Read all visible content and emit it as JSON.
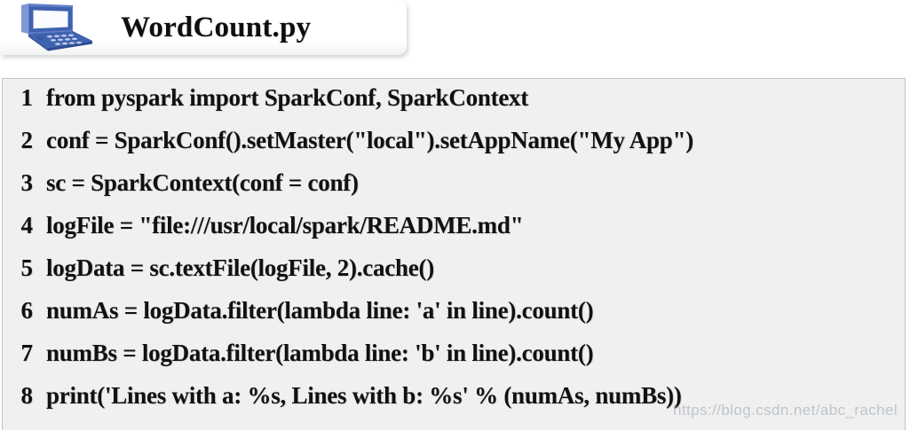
{
  "header": {
    "icon_name": "laptop-icon",
    "title": "WordCount.py"
  },
  "code": {
    "language": "python",
    "lines": [
      {
        "number": "1",
        "text": "from pyspark import SparkConf, SparkContext"
      },
      {
        "number": "2",
        "text": "conf = SparkConf().setMaster(\"local\").setAppName(\"My App\")"
      },
      {
        "number": "3",
        "text": "sc = SparkContext(conf = conf)"
      },
      {
        "number": "4",
        "text": "logFile = \"file:///usr/local/spark/README.md\""
      },
      {
        "number": "5",
        "text": "logData = sc.textFile(logFile, 2).cache()"
      },
      {
        "number": "6",
        "text": "numAs = logData.filter(lambda line: 'a' in line).count()"
      },
      {
        "number": "7",
        "text": "numBs = logData.filter(lambda line: 'b' in line).count()"
      },
      {
        "number": "8",
        "text": "print('Lines with a: %s, Lines with b: %s' % (numAs, numBs))"
      }
    ]
  },
  "watermark": {
    "text": "https://blog.csdn.net/abc_rachel"
  },
  "colors": {
    "page_background": "#ffffff",
    "header_panel": "#fdfdfd",
    "code_background": "#f0f0f0",
    "code_border": "#b9c6ce",
    "text": "#111013",
    "icon_blue": "#3f62b0",
    "watermark": "#96a2ac"
  }
}
